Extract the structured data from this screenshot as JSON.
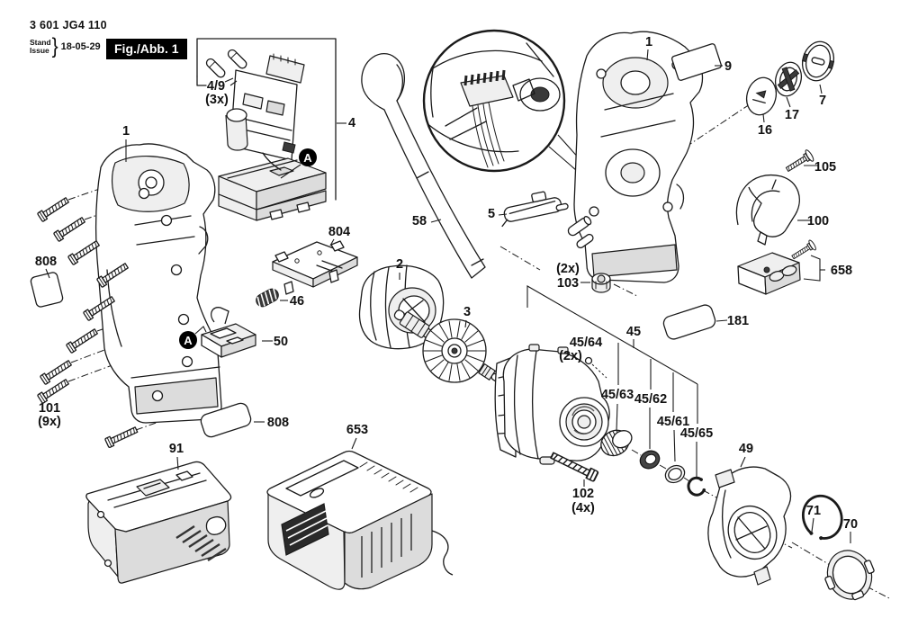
{
  "header": {
    "part_number": "3 601 JG4 110",
    "stand_label": "Stand",
    "issue_label": "Issue",
    "brace": "}",
    "date": "18-05-29",
    "figure_label": "Fig./Abb. 1"
  },
  "markers": {
    "detail_a_module": "A",
    "detail_a_switch": "A"
  },
  "callouts": {
    "housing_left": "1",
    "sticker_left": "808",
    "screws_left": "101",
    "screws_left_qty": "(9x)",
    "battery": "91",
    "module": "4",
    "module_pins": "4/9",
    "module_pins_qty": "(3x)",
    "contact_plate": "804",
    "spring": "46",
    "switch": "50",
    "sticker_center": "808",
    "charger": "653",
    "stator": "2",
    "rotor": "3",
    "strap": "58",
    "wire_clip": "5",
    "housing_right": "1",
    "sticker_right": "9",
    "bearing_cap": "7",
    "cap_insert": "17",
    "button": "16",
    "clip_screw": "105",
    "belt_clip": "100",
    "bit_holder": "658",
    "sticker_rear": "181",
    "nut": "103",
    "nut_qty": "(2x)",
    "ball": "45/64",
    "ball_qty": "(2x)",
    "gear_assembly": "45",
    "ring_knurled": "45/63",
    "ring_rubber": "45/62",
    "washer": "45/61",
    "retaining_ring": "45/65",
    "gear_screw": "102",
    "gear_screw_qty": "(4x)",
    "front_sleeve": "49",
    "snap_ring": "71",
    "collar_ring": "70"
  }
}
